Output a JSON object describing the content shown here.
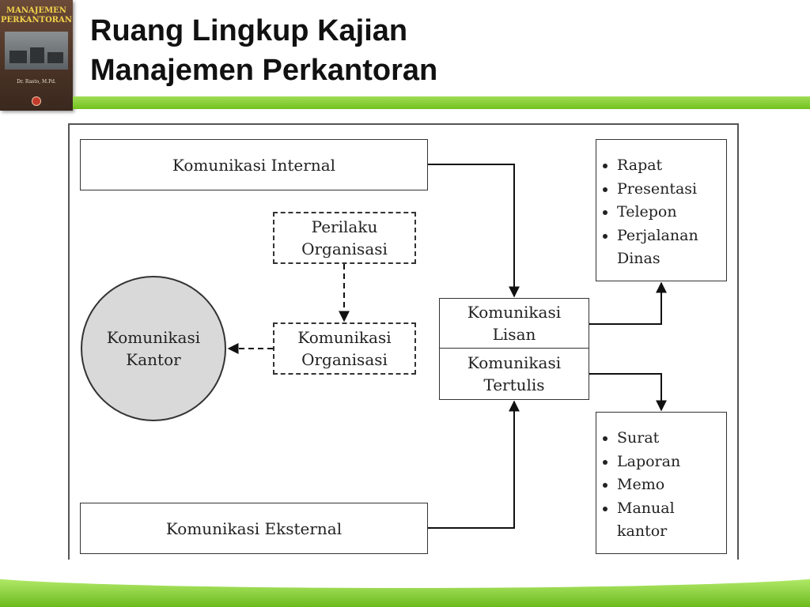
{
  "book": {
    "title_line1": "MANAJEMEN",
    "title_line2": "PERKANTORAN",
    "author": "Dr. Rasto, M.Pd."
  },
  "slide": {
    "title_line1": "Ruang Lingkup Kajian",
    "title_line2": "Manajemen Perkantoran"
  },
  "diagram": {
    "internal": "Komunikasi Internal",
    "eksternal": "Komunikasi Eksternal",
    "perilaku": [
      "Perilaku",
      "Organisasi"
    ],
    "organisasi": [
      "Komunikasi",
      "Organisasi"
    ],
    "kantor": [
      "Komunikasi",
      "Kantor"
    ],
    "lisan": [
      "Komunikasi",
      "Lisan"
    ],
    "tertulis": [
      "Komunikasi",
      "Tertulis"
    ],
    "lisan_items": [
      "Rapat",
      "Presentasi",
      "Telepon",
      "Perjalanan Dinas"
    ],
    "tertulis_items": [
      "Surat",
      "Laporan",
      "Memo",
      "Manual kantor"
    ]
  },
  "colors": {
    "accent_green": "#72c21e",
    "circle_fill": "#d9d9d9"
  }
}
